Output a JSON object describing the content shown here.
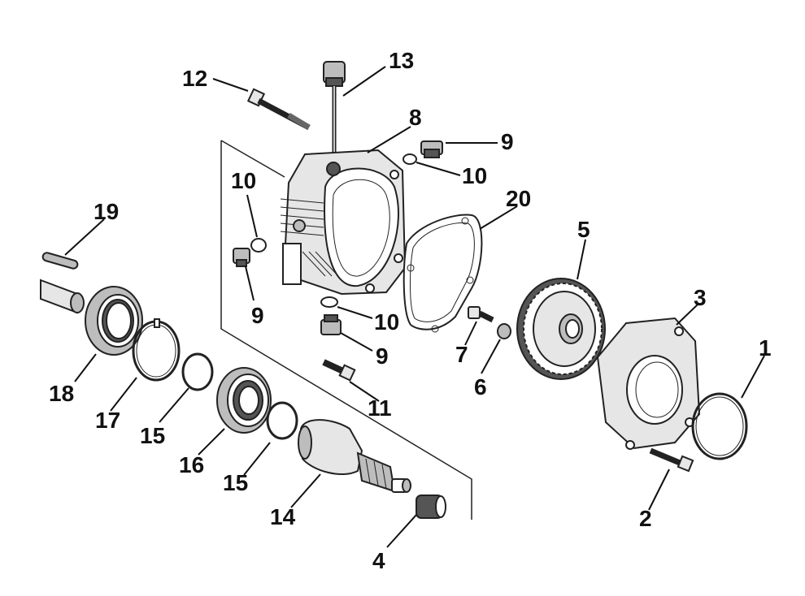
{
  "diagram": {
    "callouts": {
      "c1": "1",
      "c2": "2",
      "c3": "3",
      "c4": "4",
      "c5": "5",
      "c6": "6",
      "c7": "7",
      "c8": "8",
      "c9a": "9",
      "c9b": "9",
      "c9c": "9",
      "c10a": "10",
      "c10b": "10",
      "c10c": "10",
      "c11": "11",
      "c12": "12",
      "c13": "13",
      "c14": "14",
      "c15a": "15",
      "c15b": "15",
      "c16": "16",
      "c17": "17",
      "c18": "18",
      "c19": "19",
      "c20": "20"
    }
  }
}
